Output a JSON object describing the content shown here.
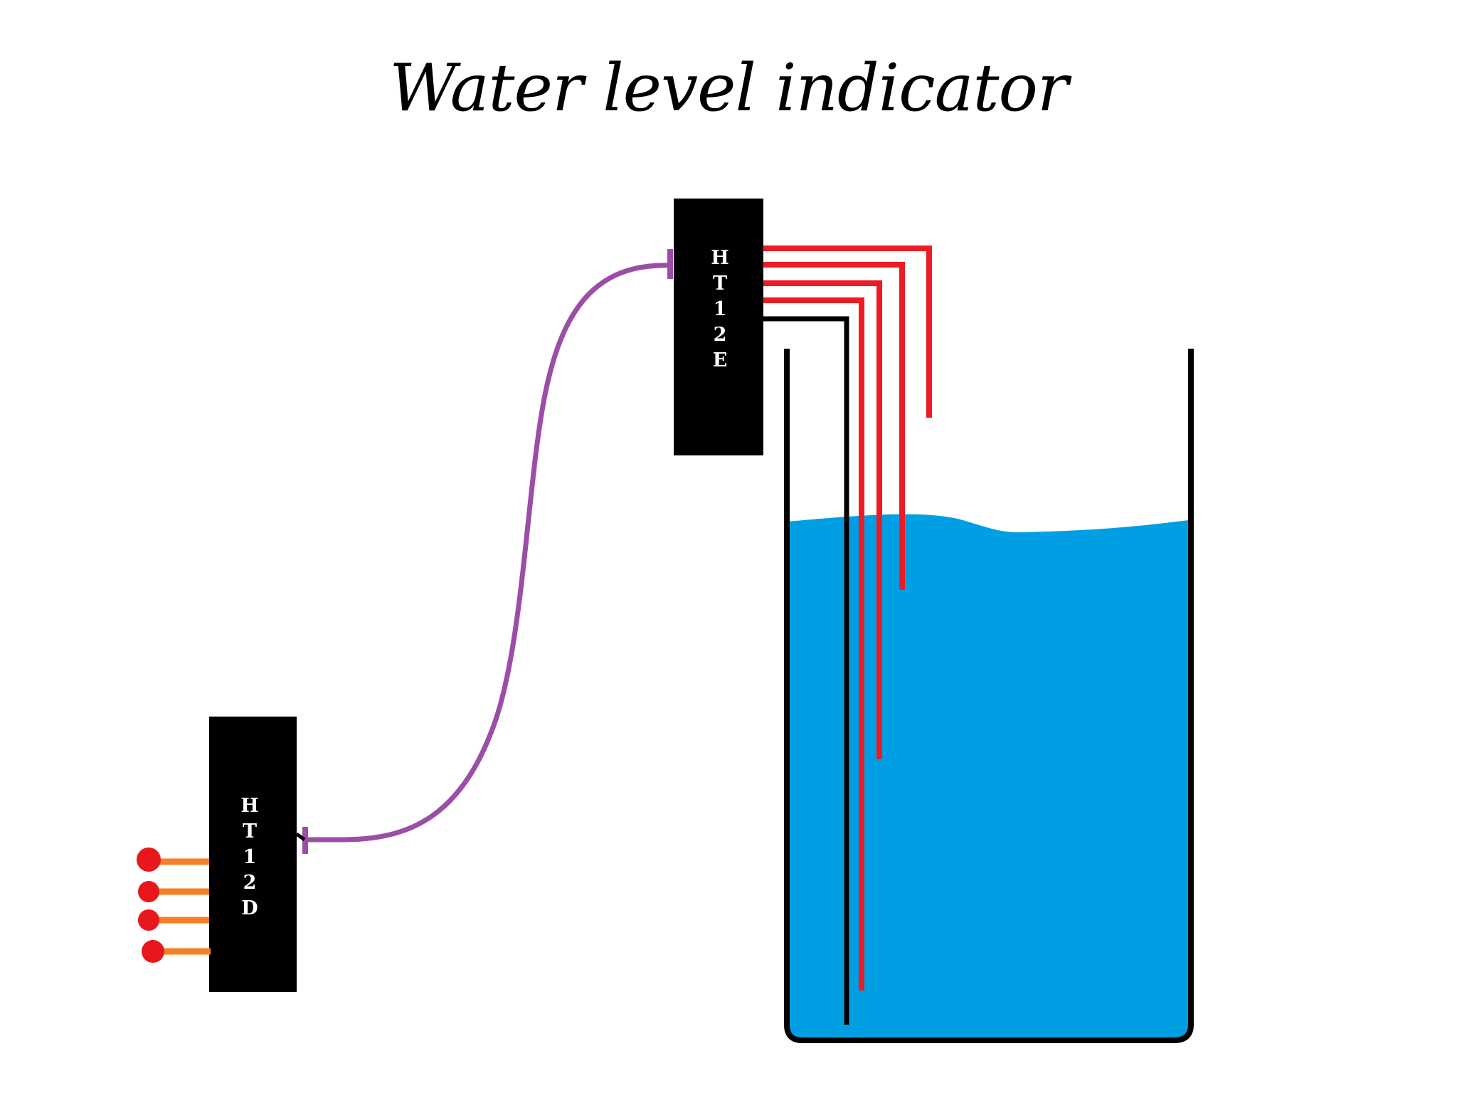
{
  "title": "Water level indicator",
  "encoder": {
    "letters": [
      "H",
      "T",
      "1",
      "2",
      "E"
    ]
  },
  "decoder": {
    "letters": [
      "H",
      "T",
      "1",
      "2",
      "D"
    ]
  },
  "colors": {
    "background": "#ffffff",
    "chip": "#000000",
    "chip_text": "#ffffff",
    "water": "#009fe3",
    "tank_outline": "#000000",
    "probe_wire": "#ed1c24",
    "ground_wire": "#000000",
    "link_wire": "#9b4ea6",
    "led": "#e8161d",
    "led_leg": "#f47f24"
  },
  "icons": {
    "encoder_chip": "chip-icon",
    "decoder_chip": "chip-icon",
    "led": "led-icon",
    "tank": "tank-icon"
  }
}
